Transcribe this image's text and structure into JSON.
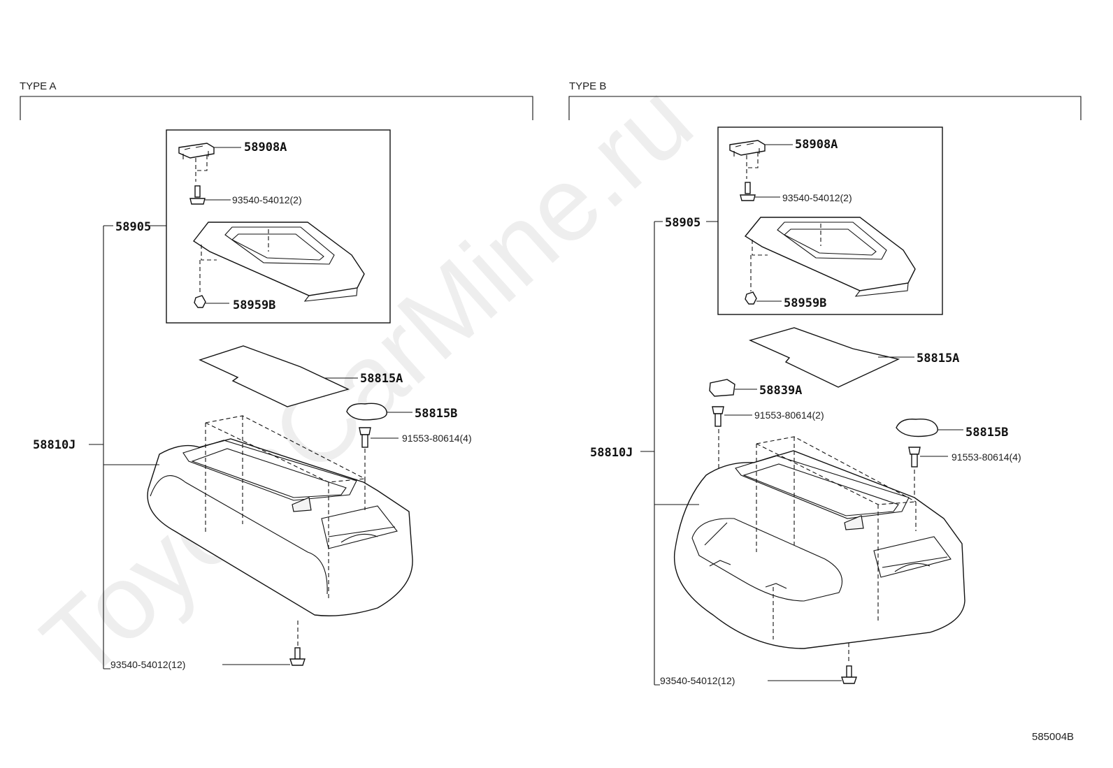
{
  "sections": {
    "type_a": "TYPE A",
    "type_b": "TYPE B"
  },
  "type_a": {
    "label_58908a": "58908A",
    "label_93540_2": "93540-54012(2)",
    "label_58905": "58905",
    "label_58959b": "58959B",
    "label_58815a": "58815A",
    "label_58815b": "58815B",
    "label_91553_4": "91553-80614(4)",
    "label_58810j": "58810J",
    "label_93540_12": "93540-54012(12)"
  },
  "type_b": {
    "label_58908a": "58908A",
    "label_93540_2": "93540-54012(2)",
    "label_58905": "58905",
    "label_58959b": "58959B",
    "label_58815a": "58815A",
    "label_58839a": "58839A",
    "label_91553_2": "91553-80614(2)",
    "label_58815b": "58815B",
    "label_91553_4": "91553-80614(4)",
    "label_58810j": "58810J",
    "label_93540_12": "93540-54012(12)"
  },
  "watermark": "ToyotaCarMine.ru",
  "diagram_code": "585004B"
}
